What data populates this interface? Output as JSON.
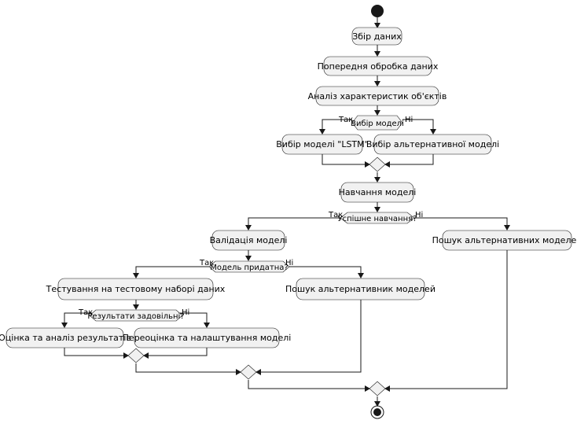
{
  "activities": {
    "collect": "Збір даних",
    "preprocess": "Попередня обробка даних",
    "analyze": "Аналіз характеристик об'єктів",
    "choose_lstm": "Вибір моделі \"LSTM\"",
    "choose_alt": "Вибір альтернативної моделі",
    "train": "Навчання моделі",
    "validate": "Валідація моделі",
    "search_alt_right": "Пошук альтернативних моделей",
    "test": "Тестування на тестовому наборі даних",
    "search_alt_mid": "Пошук альтернативник моделей",
    "evaluate": "Оцінка та аналіз результатів",
    "retune": "Переоцінка та налаштування моделі"
  },
  "decisions": {
    "model_choice": "Вибір моделі",
    "training_success": "Успішне навчання?",
    "model_fit": "Модель придатна?",
    "results_ok": "Результати задовільні?"
  },
  "branch_labels": {
    "yes": "Так",
    "no": "Ні"
  },
  "colors": {
    "node_fill": "#f1f1f1",
    "stroke": "#181818",
    "start_end": "#181818"
  }
}
